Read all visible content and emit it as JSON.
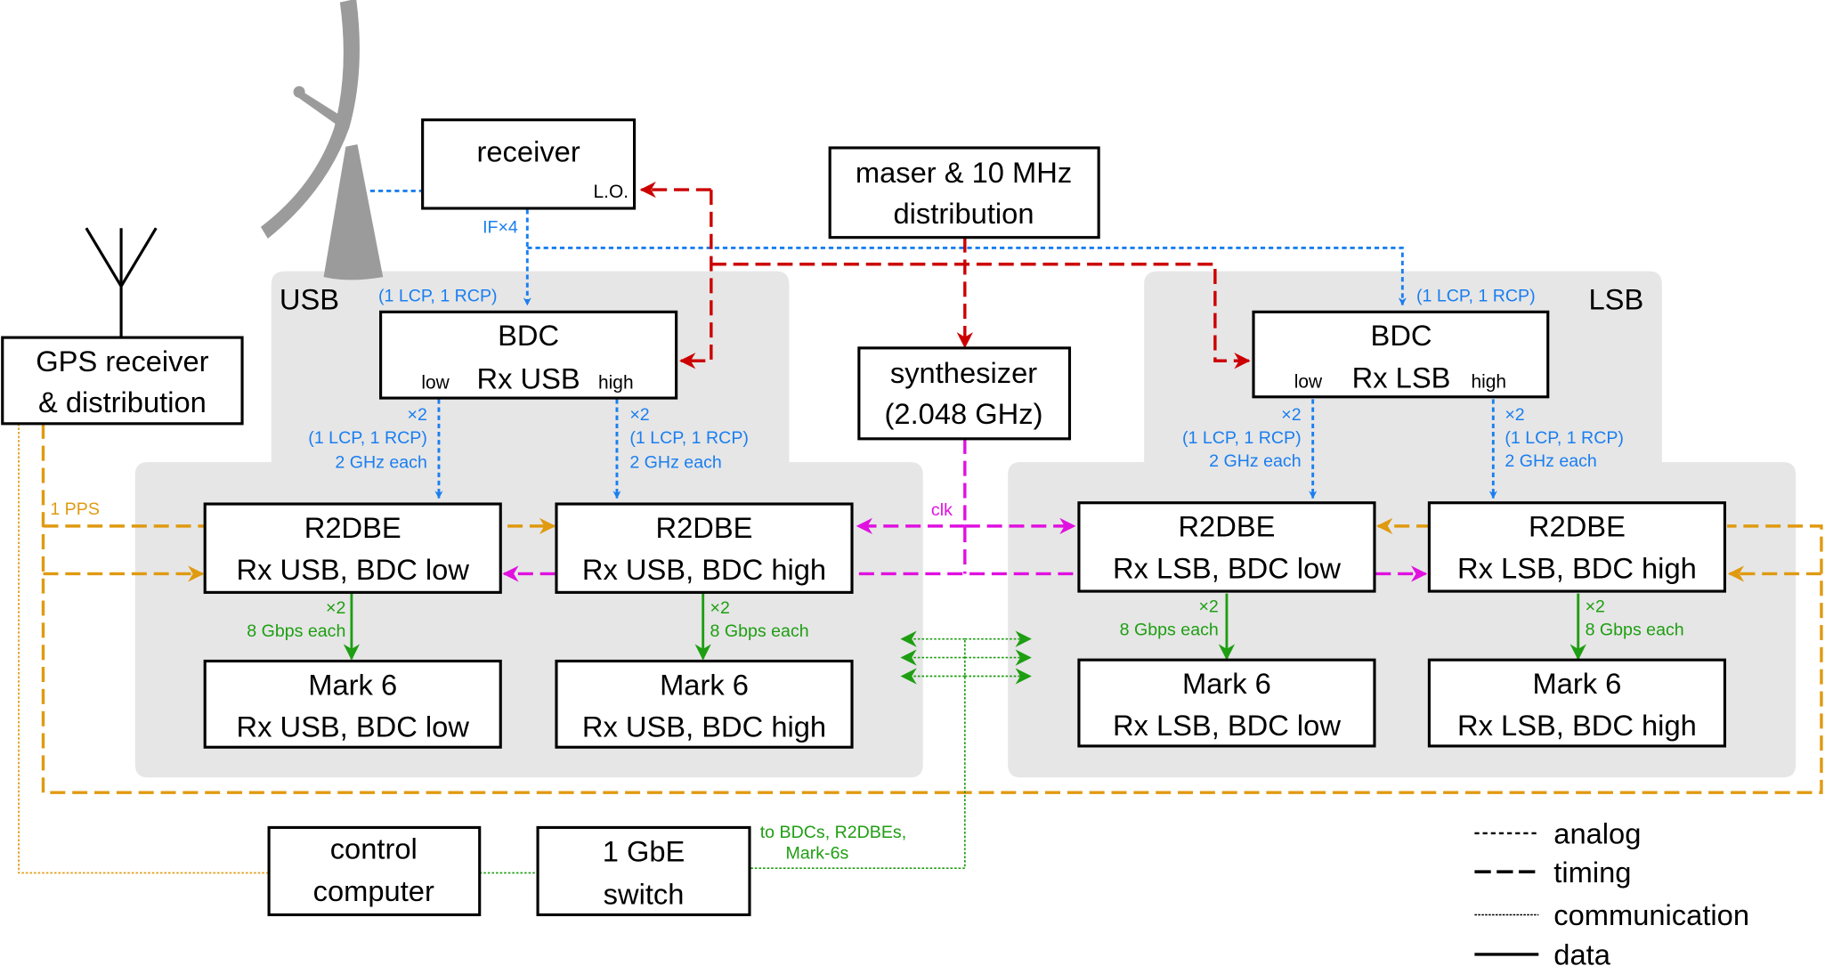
{
  "colors": {
    "analog": "#1a7ef0",
    "lo_timing": "#cc0000",
    "clock": "#e010e0",
    "pps": "#e09a10",
    "data": "#1e9e12",
    "comm": "#1e9e12",
    "gps_comm": "#e09a10",
    "panel": "#e6e6e6",
    "dish": "#9b9b9b"
  },
  "nodes": {
    "receiver": {
      "label": "receiver",
      "port": "L.O."
    },
    "maser": {
      "line1": "maser & 10 MHz",
      "line2": "distribution"
    },
    "gps": {
      "line1": "GPS receiver",
      "line2": "& distribution"
    },
    "synth": {
      "line1": "synthesizer",
      "line2": "(2.048 GHz)"
    },
    "control": {
      "line1": "control",
      "line2": "computer"
    },
    "switch": {
      "line1": "1 GbE",
      "line2": "switch"
    }
  },
  "groups": {
    "usb": {
      "title": "USB",
      "bdc": {
        "title": "BDC",
        "low": "low",
        "mid": "Rx USB",
        "high": "high"
      },
      "r2dbe_low": {
        "line1": "R2DBE",
        "line2": "Rx USB, BDC low"
      },
      "r2dbe_high": {
        "line1": "R2DBE",
        "line2": "Rx USB, BDC high"
      },
      "mark6_low": {
        "line1": "Mark 6",
        "line2": "Rx USB, BDC low"
      },
      "mark6_high": {
        "line1": "Mark 6",
        "line2": "Rx USB, BDC high"
      }
    },
    "lsb": {
      "title": "LSB",
      "bdc": {
        "title": "BDC",
        "low": "low",
        "mid": "Rx LSB",
        "high": "high"
      },
      "r2dbe_low": {
        "line1": "R2DBE",
        "line2": "Rx LSB, BDC low"
      },
      "r2dbe_high": {
        "line1": "R2DBE",
        "line2": "Rx LSB, BDC high"
      },
      "mark6_low": {
        "line1": "Mark 6",
        "line2": "Rx LSB, BDC low"
      },
      "mark6_high": {
        "line1": "Mark 6",
        "line2": "Rx LSB, BDC high"
      }
    }
  },
  "annotations": {
    "if4": "IF×4",
    "pol_in": "(1 LCP, 1 RCP)",
    "x2": "×2",
    "pol": "(1 LCP, 1 RCP)",
    "ghz": "2 GHz each",
    "gbps": "8 Gbps each",
    "pps": "1 PPS",
    "clk": "clk",
    "to_line1": "to BDCs, R2DBEs,",
    "to_line2": "Mark-6s"
  },
  "legend": [
    {
      "style": "analog",
      "label": "analog"
    },
    {
      "style": "timing",
      "label": "timing"
    },
    {
      "style": "communication",
      "label": "communication"
    },
    {
      "style": "data",
      "label": "data"
    }
  ]
}
